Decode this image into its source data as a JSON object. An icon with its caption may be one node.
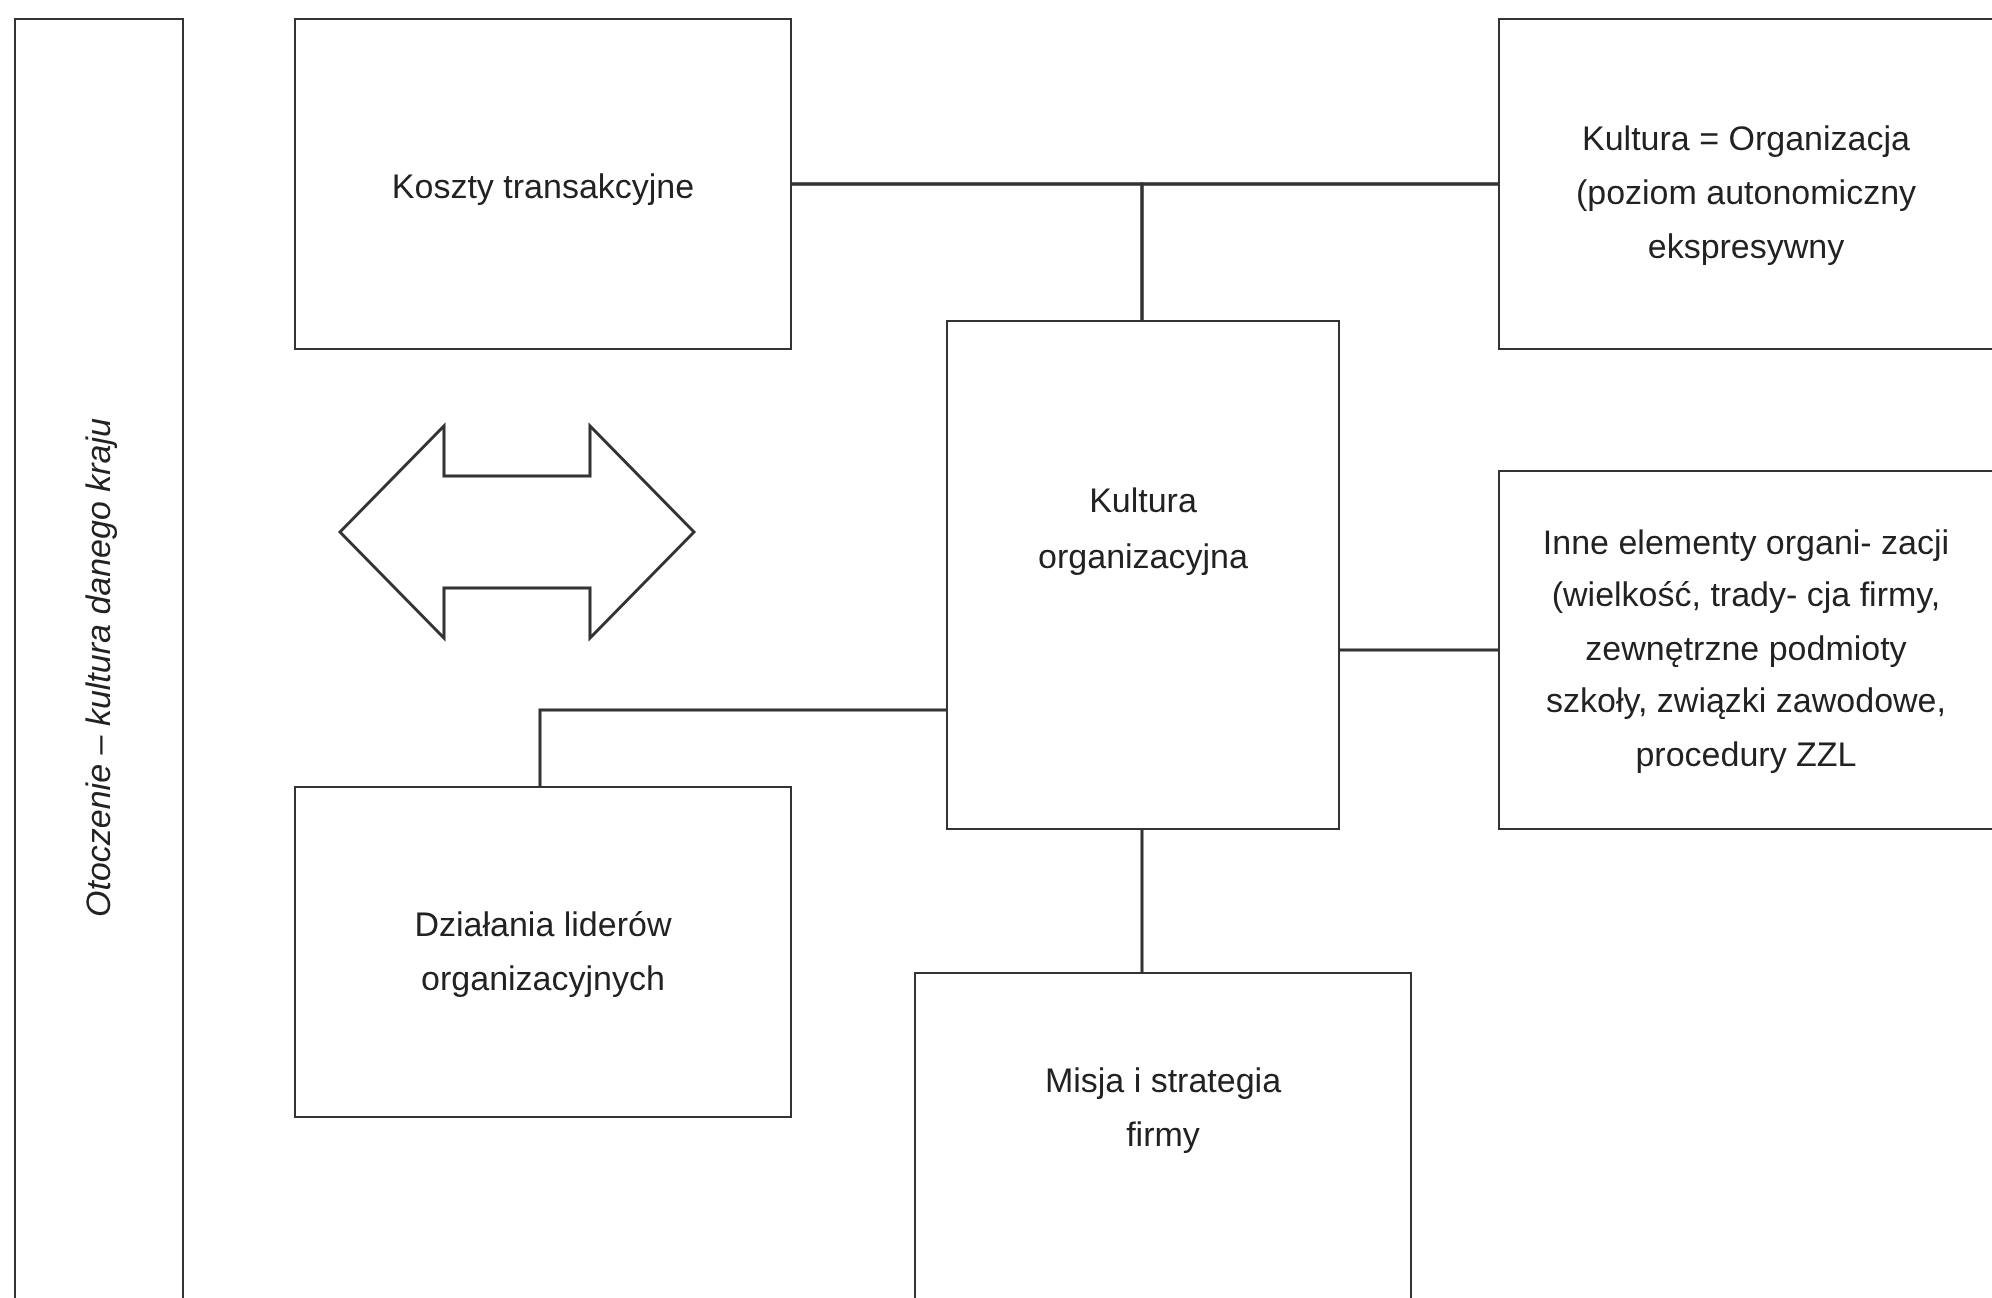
{
  "diagram": {
    "nodes": [
      {
        "text": [
          "Otoczenie – kultura danego kraju"
        ]
      },
      {
        "text": [
          "Koszty transakcyjne"
        ]
      },
      {
        "text": [
          "Kultura = Organizacja (poziom autonomiczny ekspresywny"
        ]
      },
      {
        "text": [
          "Kultura organizacyjna"
        ]
      },
      {
        "text": [
          "Inne elementy organi- zacji (wielkość, trady- cja firmy, zewnętrzne podmioty szkoły, związki zawodowe, procedury ZZL"
        ]
      },
      {
        "text": [],
        "shape": "arrow"
      },
      {
        "text": [
          "Działania liderów organizacyjnych"
        ]
      },
      {
        "text": [
          "Misja i strategia firmy"
        ]
      }
    ],
    "edges": [
      {
        "from": 1,
        "to": 2,
        "arrow": "none"
      },
      {
        "from": 3,
        "to": 1,
        "arrow": "none"
      },
      {
        "from": 3,
        "to": 2,
        "arrow": "none"
      },
      {
        "from": 3,
        "to": 4,
        "arrow": "none"
      },
      {
        "from": 3,
        "to": 6,
        "arrow": "none"
      },
      {
        "from": 3,
        "to": 7,
        "arrow": "none"
      }
    ]
  }
}
